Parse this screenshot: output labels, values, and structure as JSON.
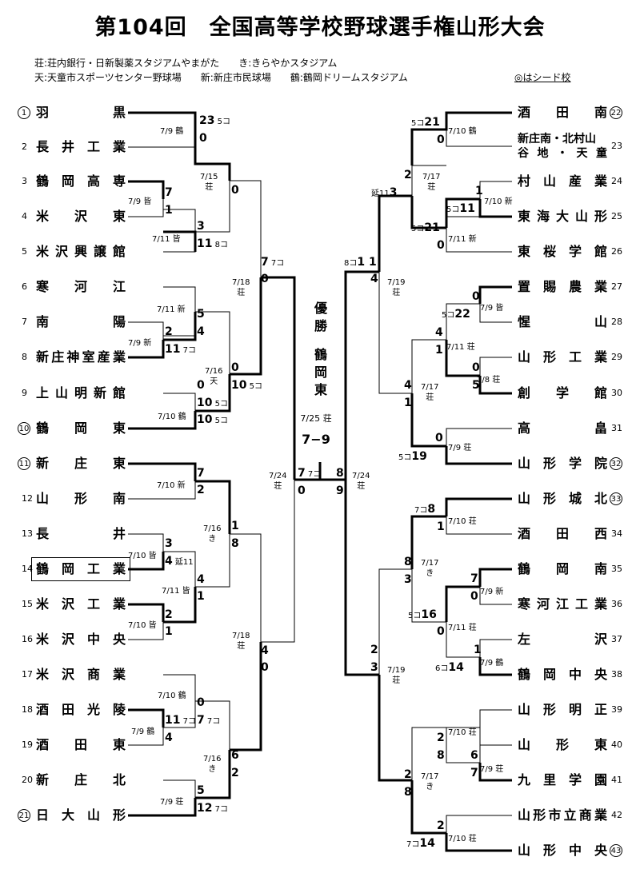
{
  "title": "第104回　全国高等学校野球選手権山形大会",
  "legend": [
    "荘:荘内銀行・日新製薬スタジアムやまがた　　き:きらやかスタジアム",
    "天:天童市スポーツセンター野球場　　新:新庄市民球場　　鶴:鶴岡ドリームスタジアム"
  ],
  "seed_note": "◎はシード校",
  "champion": {
    "label": [
      "優",
      "勝"
    ],
    "team": [
      "鶴",
      "岡",
      "東"
    ]
  },
  "final": {
    "info": "7/25 荘",
    "score": "7−9"
  },
  "teams_left": [
    {
      "n": "1",
      "name": "羽黒",
      "seed": true
    },
    {
      "n": "2",
      "name": "長井工業"
    },
    {
      "n": "3",
      "name": "鶴岡高専"
    },
    {
      "n": "4",
      "name": "米沢東"
    },
    {
      "n": "5",
      "name": "米沢興譲館"
    },
    {
      "n": "6",
      "name": "寒河江"
    },
    {
      "n": "7",
      "name": "南陽"
    },
    {
      "n": "8",
      "name": "新庄神室産業"
    },
    {
      "n": "9",
      "name": "上山明新館"
    },
    {
      "n": "10",
      "name": "鶴岡東",
      "seed": true
    },
    {
      "n": "11",
      "name": "新庄東",
      "seed": true
    },
    {
      "n": "12",
      "name": "山形南"
    },
    {
      "n": "13",
      "name": "長井"
    },
    {
      "n": "14",
      "name": "鶴岡工業",
      "boxed": true
    },
    {
      "n": "15",
      "name": "米沢工業"
    },
    {
      "n": "16",
      "name": "米沢中央"
    },
    {
      "n": "17",
      "name": "米沢商業"
    },
    {
      "n": "18",
      "name": "酒田光陵"
    },
    {
      "n": "19",
      "name": "酒田東"
    },
    {
      "n": "20",
      "name": "新庄北"
    },
    {
      "n": "21",
      "name": "日大山形",
      "seed": true
    }
  ],
  "teams_right": [
    {
      "n": "22",
      "name": "酒田南",
      "seed": true
    },
    {
      "n": "23",
      "name": "新庄南・北村山",
      "name2": "谷地・天童"
    },
    {
      "n": "24",
      "name": "村山産業"
    },
    {
      "n": "25",
      "name": "東海大山形"
    },
    {
      "n": "26",
      "name": "東桜学館"
    },
    {
      "n": "27",
      "name": "置賜農業"
    },
    {
      "n": "28",
      "name": "惺山"
    },
    {
      "n": "29",
      "name": "山形工業"
    },
    {
      "n": "30",
      "name": "創学館"
    },
    {
      "n": "31",
      "name": "高畠"
    },
    {
      "n": "32",
      "name": "山形学院",
      "seed": true
    },
    {
      "n": "33",
      "name": "山形城北",
      "seed": true
    },
    {
      "n": "34",
      "name": "酒田西"
    },
    {
      "n": "35",
      "name": "鶴岡南"
    },
    {
      "n": "36",
      "name": "寒河江工業"
    },
    {
      "n": "37",
      "name": "左沢"
    },
    {
      "n": "38",
      "name": "鶴岡中央"
    },
    {
      "n": "39",
      "name": "山形明正"
    },
    {
      "n": "40",
      "name": "山形東"
    },
    {
      "n": "41",
      "name": "九里学園"
    },
    {
      "n": "42",
      "name": "山形市立商業"
    },
    {
      "n": "43",
      "name": "山形中央",
      "seed": true
    }
  ],
  "scores": [
    {
      "t": "23",
      "sub": "5コ"
    },
    {
      "t": "0"
    },
    {
      "t": "7"
    },
    {
      "t": "1"
    },
    {
      "t": "3"
    },
    {
      "t": "11",
      "sub": "8コ"
    },
    {
      "t": "5"
    },
    {
      "t": "4"
    },
    {
      "t": "2"
    },
    {
      "t": "11",
      "sub": "7コ"
    },
    {
      "t": "0"
    },
    {
      "t": "10",
      "sub": "5コ"
    },
    {
      "t": "10",
      "sub": "5コ"
    },
    {
      "t": "0"
    },
    {
      "t": "0"
    },
    {
      "t": "7",
      "sub": "7コ"
    },
    {
      "t": "0"
    },
    {
      "t": "10",
      "sub": "5コ"
    },
    {
      "t": "7"
    },
    {
      "t": "2"
    },
    {
      "t": "1"
    },
    {
      "t": "8"
    },
    {
      "t": "3"
    },
    {
      "t": "4",
      "sub": "延11"
    },
    {
      "t": "4"
    },
    {
      "t": "1"
    },
    {
      "t": "2"
    },
    {
      "t": "1"
    },
    {
      "t": "0"
    },
    {
      "t": "7",
      "sub": "7コ"
    },
    {
      "t": "11",
      "sub": "7コ"
    },
    {
      "t": "4"
    },
    {
      "t": "5"
    },
    {
      "t": "12",
      "sub": "7コ"
    },
    {
      "t": "6"
    },
    {
      "t": "2"
    },
    {
      "t": "4"
    },
    {
      "t": "0"
    },
    {
      "t": "7",
      "sub": "7コ"
    },
    {
      "t": "0"
    },
    {
      "t": "21",
      "pre": "5コ"
    },
    {
      "t": "0"
    },
    {
      "t": "1"
    },
    {
      "t": "11",
      "pre": "5コ"
    },
    {
      "t": "21",
      "pre": "5コ"
    },
    {
      "t": "0"
    },
    {
      "t": "2"
    },
    {
      "t": "3",
      "pre": "延11"
    },
    {
      "t": "0"
    },
    {
      "t": "22",
      "pre": "5コ"
    },
    {
      "t": "0"
    },
    {
      "t": "5"
    },
    {
      "t": "4"
    },
    {
      "t": "1"
    },
    {
      "t": "0"
    },
    {
      "t": "19",
      "pre": "5コ"
    },
    {
      "t": "4"
    },
    {
      "t": "1"
    },
    {
      "t": "1 1",
      "pre": "8コ"
    },
    {
      "t": "4"
    },
    {
      "t": "8",
      "pre": "7コ"
    },
    {
      "t": "1"
    },
    {
      "t": "7"
    },
    {
      "t": "0"
    },
    {
      "t": "16",
      "pre": "5コ"
    },
    {
      "t": "0"
    },
    {
      "t": "1"
    },
    {
      "t": "14",
      "pre": "6コ"
    },
    {
      "t": "8"
    },
    {
      "t": "3"
    },
    {
      "t": "2"
    },
    {
      "t": "8"
    },
    {
      "t": "6"
    },
    {
      "t": "7"
    },
    {
      "t": "2"
    },
    {
      "t": "14",
      "pre": "7コ"
    },
    {
      "t": "2"
    },
    {
      "t": "8"
    },
    {
      "t": "2"
    },
    {
      "t": "3"
    },
    {
      "t": "8"
    },
    {
      "t": "9"
    }
  ],
  "infos": [
    "7/9 鶴",
    "7/9 皆",
    "7/11 皆",
    "7/15 荘",
    "7/11 新",
    "7/9 新",
    "7/10 鶴",
    "7/16 天",
    "7/10 新",
    "7/10 皆",
    "7/11 皆",
    "7/16 き",
    "7/10 皆",
    "7/10 鶴",
    "7/9 鶴",
    "7/16 き",
    "7/9 荘",
    "7/18 荘",
    "7/18 荘",
    "7/24 荘",
    "7/10 鶴",
    "7/10 新",
    "7/11 新",
    "7/17 荘",
    "7/9 皆",
    "7/8 荘",
    "7/11 荘",
    "7/17 荘",
    "7/9 荘",
    "7/19 荘",
    "7/10 荘",
    "7/9 新",
    "7/11 荘",
    "7/9 鶴",
    "7/17 き",
    "7/10 荘",
    "7/9 荘",
    "7/10 荘",
    "7/17 き",
    "7/19 荘",
    "7/24 荘"
  ]
}
